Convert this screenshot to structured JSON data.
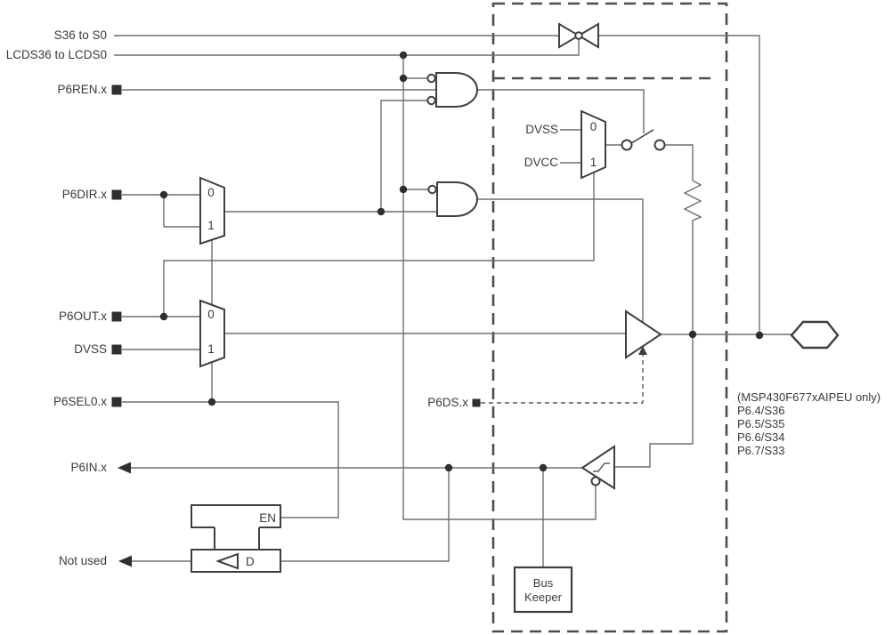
{
  "diagram": {
    "signals": {
      "s36": "S36 to S0",
      "lcds": "LCDS36 to LCDS0",
      "p6ren": "P6REN.x",
      "p6dir": "P6DIR.x",
      "p6out": "P6OUT.x",
      "dvss": "DVSS",
      "p6sel0": "P6SEL0.x",
      "p6in": "P6IN.x",
      "p6ds": "P6DS.x",
      "not_used": "Not used"
    },
    "mux": {
      "zero": "0",
      "one": "1",
      "dvss": "DVSS",
      "dvcc": "DVCC"
    },
    "latch": {
      "en": "EN",
      "d": "D"
    },
    "bus_keeper": {
      "line1": "Bus",
      "line2": "Keeper"
    },
    "annotation": {
      "line1": "(MSP430F677xAIPEU only)",
      "line2": "P6.4/S36",
      "line3": "P6.5/S35",
      "line4": "P6.6/S34",
      "line5": "P6.7/S33"
    },
    "colors": {
      "wire": "#6e6e6e",
      "component": "#3f3f3f",
      "text": "#3a3a3a",
      "dashed_box": "#4d4d4d",
      "background": "#ffffff"
    }
  }
}
